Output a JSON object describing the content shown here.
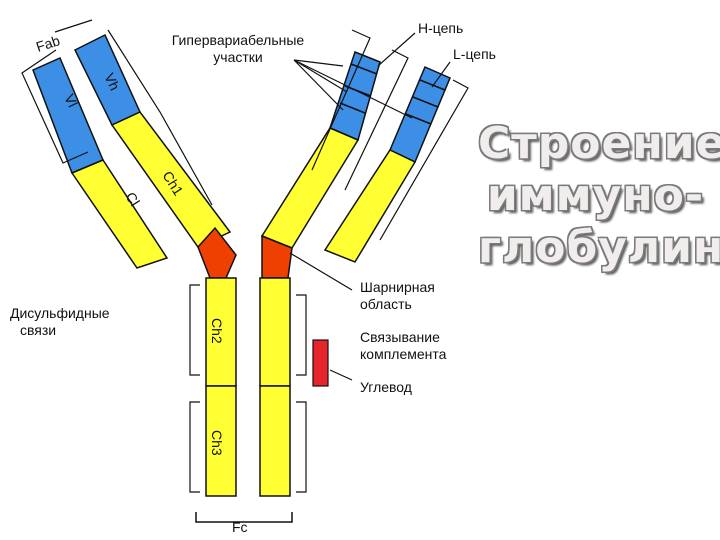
{
  "labels": {
    "fab": "Fab",
    "vh": "Vh",
    "vl": "Vl",
    "ch1": "Ch1",
    "cl": "Cl",
    "ch2": "Ch2",
    "ch3": "Ch3",
    "fc": "Fc",
    "hypervariable_line1": "Гипервариабельные",
    "hypervariable_line2": "участки",
    "h_chain": "Н-цепь",
    "l_chain": "L-цепь",
    "hinge_line1": "Шарнирная",
    "hinge_line2": "область",
    "disulfide_line1": "Дисульфидные",
    "disulfide_line2": "связи",
    "complement_line1": "Связывание",
    "complement_line2": "комплемента",
    "carbohydrate": "Углевод"
  },
  "title": {
    "line1": "Строение",
    "line2": "иммуно-",
    "line3": "глобулина"
  },
  "colors": {
    "variable": "#3d8fe6",
    "constant": "#ffff33",
    "hinge": "#ee4000",
    "carbohydrate": "#e5242b",
    "outline": "#111111"
  }
}
